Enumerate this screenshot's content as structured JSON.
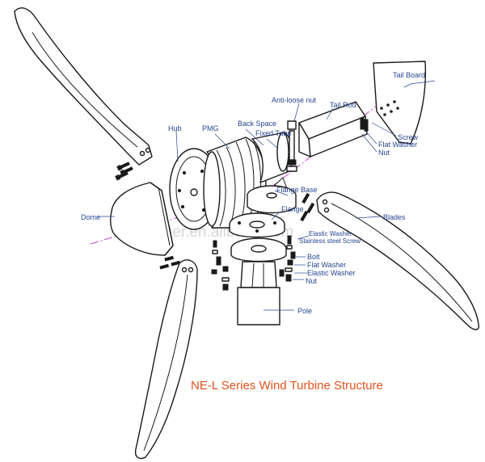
{
  "title": "NE-L Series Wind Turbine Structure",
  "watermark": "najer.en.alibaba.com",
  "colors": {
    "label": "#27458f",
    "title": "#e0531d",
    "axis": "#c43dd6",
    "ink": "#1a1a1a"
  },
  "labels": {
    "tail_board": "Tail Board",
    "anti_loose_nut": "Anti-loose nut",
    "tail_rod": "Tail Rod",
    "screw": "Screw",
    "flat_washer_top": "Flat Washer",
    "nut_top": "Nut",
    "hub": "Hub",
    "pmg": "PMG",
    "back_space": "Back Space",
    "fixed_tube": "Fixed Tube",
    "flange_base": "Flange Base",
    "flange": "Flange",
    "dome": "Dome",
    "blades": "Blades",
    "elastic_washer_mid": "Elastic Washer",
    "stainless_steel_screw": "Stainless steel Screw",
    "bolt": "Bolt",
    "flat_washer_bottom": "Flat Washer",
    "elastic_washer_bottom": "Elastic Washer",
    "nut_bottom": "Nut",
    "pole": "Pole"
  }
}
